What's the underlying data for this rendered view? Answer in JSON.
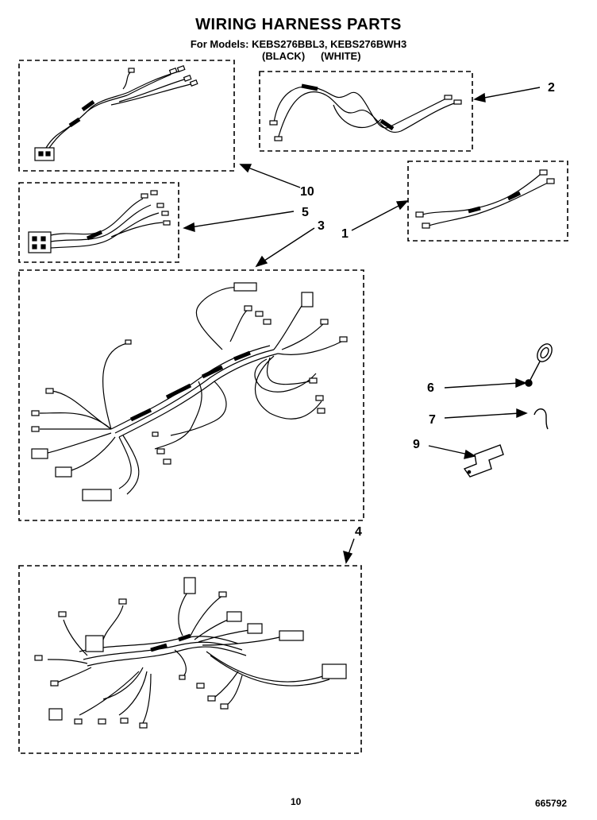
{
  "header": {
    "title": "WIRING HARNESS PARTS",
    "models_line": "For Models: KEBS276BBL3, KEBS276BWH3",
    "color_black": "(BLACK)",
    "color_white": "(WHITE)"
  },
  "callouts": {
    "c1": "1",
    "c2": "2",
    "c3": "3",
    "c4": "4",
    "c5": "5",
    "c6": "6",
    "c7": "7",
    "c9": "9",
    "c10": "10"
  },
  "footer": {
    "page_number": "10",
    "doc_number": "665792"
  }
}
